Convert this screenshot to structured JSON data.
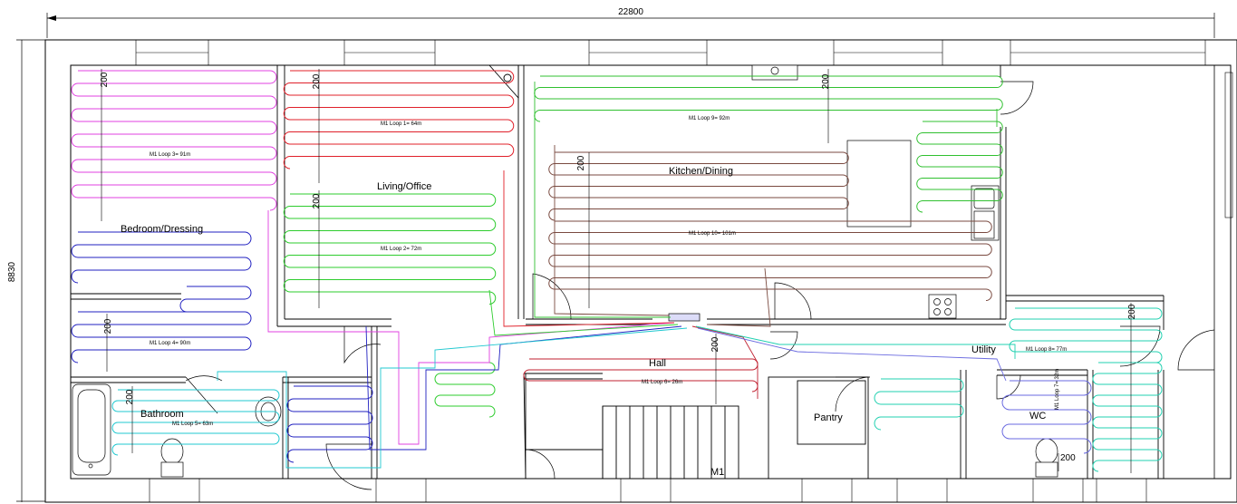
{
  "dimensions": {
    "width_label": "22800",
    "height_label": "8830"
  },
  "rooms": {
    "bedroom": "Bedroom/Dressing",
    "living": "Living/Office",
    "kitchen": "Kitchen/Dining",
    "bathroom": "Bathroom",
    "hall": "Hall",
    "utility": "Utility",
    "pantry": "Pantry",
    "wc": "WC",
    "manifold": "M1"
  },
  "loops": {
    "loop1": "M1 Loop 1= 64m",
    "loop2": "M1 Loop 2= 72m",
    "loop3": "M1 Loop 3= 91m",
    "loop4": "M1 Loop 4= 90m",
    "loop5": "M1 Loop 5= 63m",
    "loop6": "M1 Loop 6= 26m",
    "loop7": "M1 Loop 7= 32m",
    "loop8": "M1 Loop 8= 77m",
    "loop9": "M1 Loop 9= 92m",
    "loop10": "M1 Loop 10= 101m"
  },
  "spacing_label": "200",
  "colors": {
    "loop1": "#e0202a",
    "loop2": "#2ecc2e",
    "loop3": "#e040e0",
    "loop4": "#2020c0",
    "loop5": "#20c8d0",
    "loop6": "#c02030",
    "loop7": "#6a6ae0",
    "loop8": "#20d0b0",
    "loop9": "#30c030",
    "loop10": "#7a4a40"
  }
}
